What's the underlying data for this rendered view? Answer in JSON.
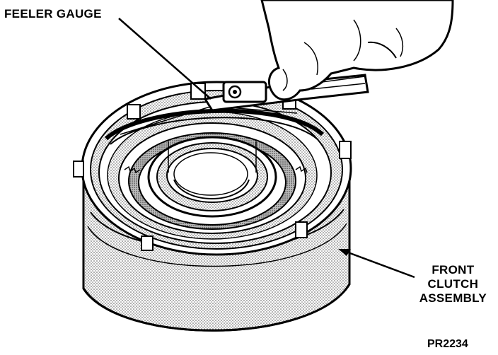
{
  "labels": {
    "feeler_gauge": "FEELER GAUGE",
    "front_clutch_lines": [
      "FRONT",
      "CLUTCH",
      "ASSEMBLY"
    ]
  },
  "figure_id": "PR2234",
  "colors": {
    "ink": "#000000",
    "paper": "#ffffff",
    "shade": "#c8c8c8"
  }
}
